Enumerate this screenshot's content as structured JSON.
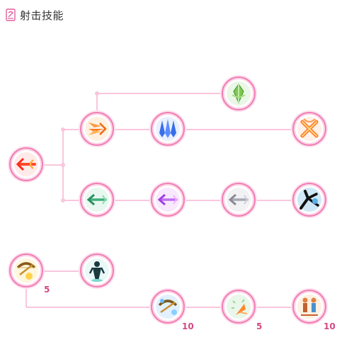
{
  "panel": {
    "title": "射击技能"
  },
  "skills": {
    "fire_arrow": {
      "icon": "fire-arrow-icon"
    },
    "triple_arrow": {
      "icon": "triple-arrow-icon"
    },
    "green_crystal": {
      "icon": "green-crystal-icon"
    },
    "ice_arrows": {
      "icon": "ice-arrows-icon"
    },
    "cross_burst": {
      "icon": "cross-burst-icon"
    },
    "green_arrow": {
      "icon": "green-arrow-icon"
    },
    "purple_arrow": {
      "icon": "purple-arrow-icon"
    },
    "silver_arrow": {
      "icon": "silver-arrow-icon"
    },
    "dark_claw": {
      "icon": "dark-claw-icon"
    },
    "golden_bow": {
      "icon": "golden-bow-icon",
      "level": "5"
    },
    "shadow_figure": {
      "icon": "shadow-figure-icon"
    },
    "blue_bow": {
      "icon": "blue-bow-icon",
      "level": "10"
    },
    "sparkle_arrow": {
      "icon": "sparkle-arrow-icon",
      "level": "5"
    },
    "twin_archers": {
      "icon": "twin-archers-icon",
      "level": "10"
    }
  },
  "colors": {
    "line": "#f8c6dd",
    "ring": "#f07fb4",
    "level": "#d14a84"
  }
}
